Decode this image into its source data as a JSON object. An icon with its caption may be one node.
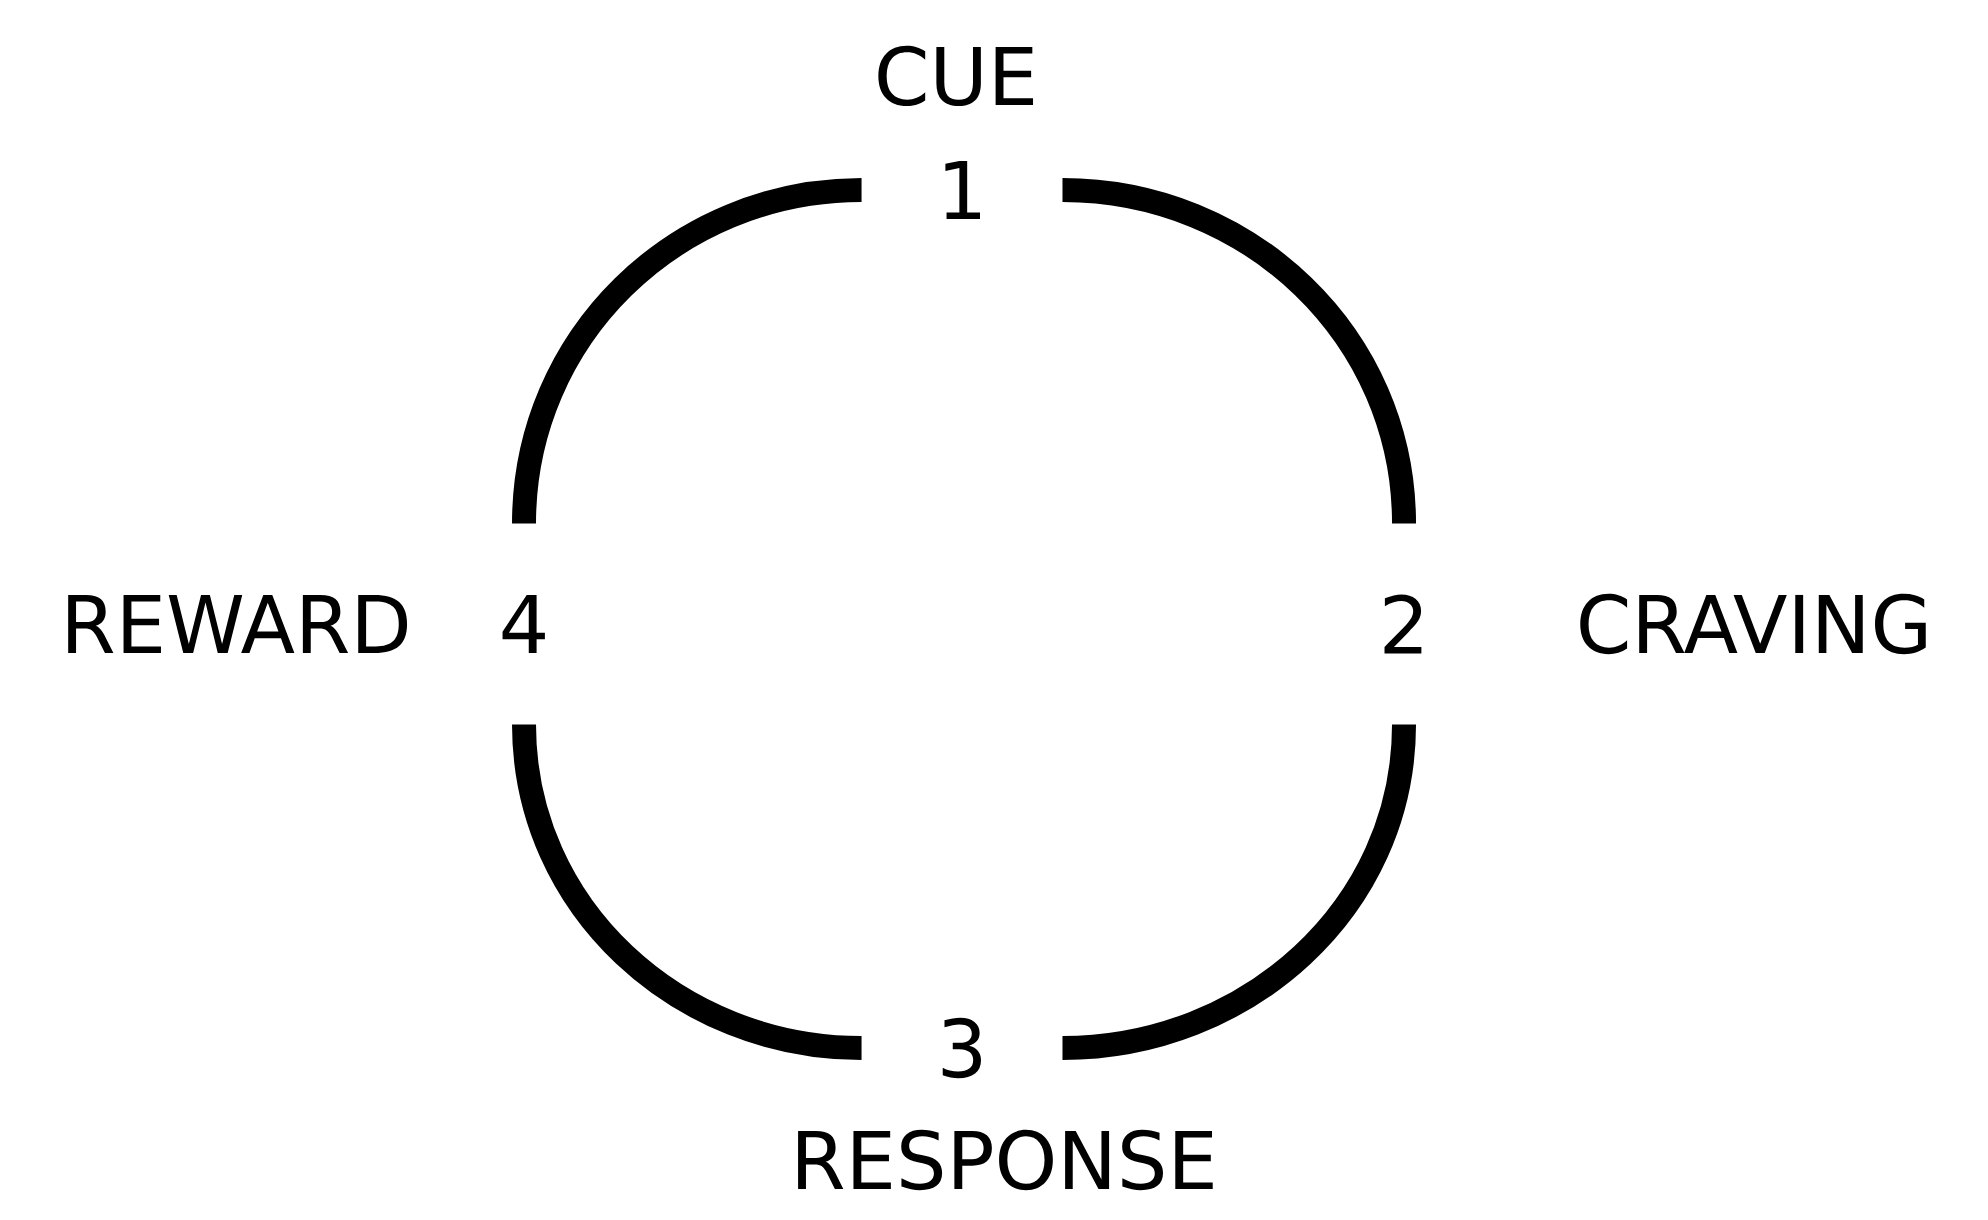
{
  "diagram": {
    "nodes": [
      {
        "text": [
          "1"
        ],
        "beside": [
          "CUE"
        ]
      },
      {
        "text": [
          "2"
        ],
        "beside": [
          "CRAVING"
        ]
      },
      {
        "text": [
          "3"
        ],
        "beside": [
          "RESPONSE"
        ]
      },
      {
        "text": [
          "4"
        ],
        "beside": [
          "REWARD"
        ]
      }
    ],
    "edges": [
      {
        "from": 0,
        "to": 1,
        "arrow": "none"
      },
      {
        "from": 1,
        "to": 2,
        "arrow": "none"
      },
      {
        "from": 2,
        "to": 3,
        "arrow": "none"
      },
      {
        "from": 3,
        "to": 0,
        "arrow": "none"
      }
    ]
  }
}
